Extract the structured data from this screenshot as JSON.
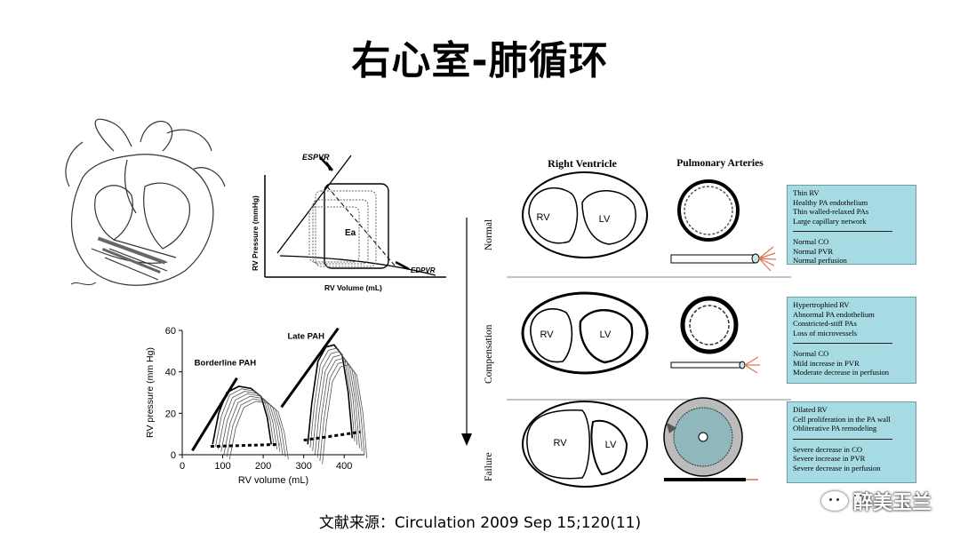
{
  "title": "右心室-肺循环",
  "pv_loop": {
    "espvr_label": "ESPVR",
    "edpvr_label": "EDPVR",
    "ea_label": "Ea",
    "ylabel": "RV Pressure (mmHg)",
    "xlabel": "RV Volume (mL)"
  },
  "chart_data": {
    "type": "line",
    "title": "",
    "xlabel": "RV volume (mL)",
    "ylabel": "RV pressure (mm Hg)",
    "xlim": [
      0,
      450
    ],
    "ylim": [
      0,
      60
    ],
    "xticks": [
      0,
      100,
      200,
      300,
      400
    ],
    "yticks": [
      0,
      20,
      40,
      60
    ],
    "annotations": [
      "Borderline PAH",
      "Late PAH"
    ],
    "series": [
      {
        "name": "Borderline PAH",
        "x": [
          75,
          90,
          110,
          140,
          170,
          195,
          210,
          220
        ],
        "y": [
          5,
          20,
          30,
          33,
          32,
          28,
          18,
          5
        ]
      },
      {
        "name": "Late PAH",
        "x": [
          310,
          320,
          335,
          355,
          375,
          395,
          410,
          420
        ],
        "y": [
          5,
          25,
          45,
          52,
          53,
          48,
          30,
          8
        ]
      }
    ]
  },
  "schematic": {
    "col_rv": "Right Ventricle",
    "col_pa": "Pulmonary Arteries",
    "rows": [
      {
        "stage": "Normal",
        "rv": "RV",
        "lv": "LV",
        "lines_a": [
          "Thin RV",
          "Healthy PA endothelium",
          "Thin walled-relaxed PAs",
          "Large capillary network"
        ],
        "lines_b": [
          "Normal CO",
          "Normal PVR",
          "Normal perfusion"
        ]
      },
      {
        "stage": "Compensation",
        "rv": "RV",
        "lv": "LV",
        "lines_a": [
          "Hypertrophied RV",
          "Abnormal PA endothelium",
          "Constricted-stiff PAs",
          "Loss of microvessels"
        ],
        "lines_b": [
          "Normal CO",
          "Mild increase in PVR",
          "Moderate decrease in perfusion"
        ]
      },
      {
        "stage": "Failure",
        "rv": "RV",
        "lv": "LV",
        "lines_a": [
          "Dilated RV",
          "Cell proliferation in the PA wall",
          "Obliterative PA remodeling"
        ],
        "lines_b": [
          "Severe decrease in CO",
          "Severe increase in PVR",
          "Severe decrease in perfusion"
        ]
      }
    ]
  },
  "source": "文献来源：Circulation 2009 Sep 15;120(11)",
  "watermark": "醉美玉兰"
}
